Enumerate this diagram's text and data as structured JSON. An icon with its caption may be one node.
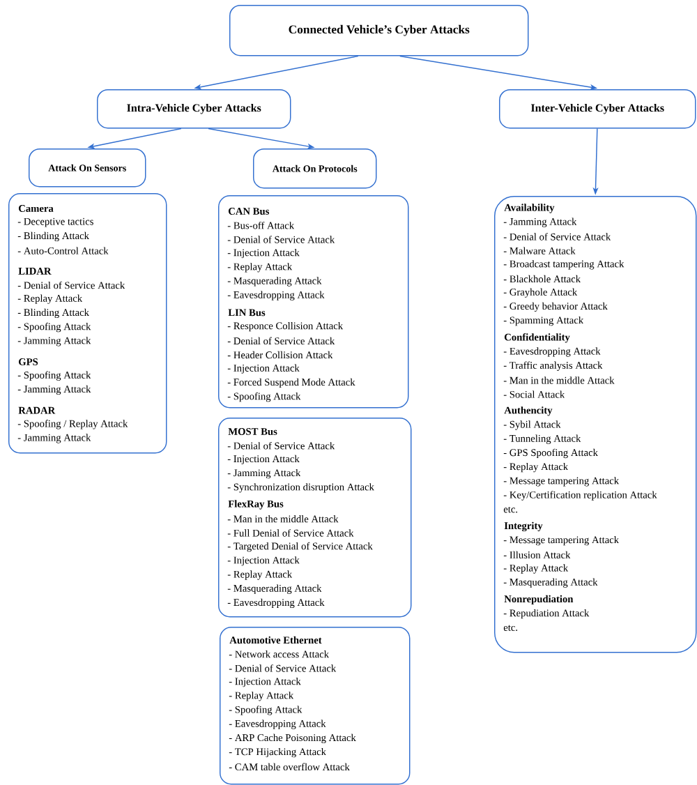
{
  "diagram": {
    "nodes": [
      {
        "text": [
          "Connected Vehicle’s Cyber Attacks"
        ]
      },
      {
        "text": [
          "Intra-Vehicle Cyber Attacks"
        ]
      },
      {
        "text": [
          "Inter-Vehicle Cyber Attacks"
        ]
      },
      {
        "text": [
          "Attack On Sensors"
        ]
      },
      {
        "text": [
          "Attack On Protocols"
        ]
      },
      {
        "text": [
          "Camera",
          "- Deceptive tactics",
          "- Blinding Attack",
          "- Auto-Control Attack",
          "LIDAR",
          "- Denial of Service Attack",
          "- Replay Attack",
          "- Blinding Attack",
          "- Spoofing Attack",
          "- Jamming Attack",
          "GPS",
          "- Spoofing Attack",
          "- Jamming Attack",
          "RADAR",
          "- Spoofing / Replay Attack",
          "- Jamming Attack"
        ]
      },
      {
        "text": [
          "CAN Bus",
          "- Bus-off Attack",
          "- Denial of Service Attack",
          "- Injection Attack",
          "- Replay Attack",
          "- Masquerading Attack",
          "- Eavesdropping Attack",
          "LIN Bus",
          "- Responce Collision Attack",
          "- Denial of Service Attack",
          "- Header Collision Attack",
          "- Injection Attack",
          "- Forced Suspend Mode Attack",
          "- Spoofing Attack"
        ]
      },
      {
        "text": [
          "MOST Bus",
          "- Denial of Service Attack",
          "- Injection Attack",
          "- Jamming Attack",
          "- Synchronization disruption Attack",
          "FlexRay Bus",
          "- Man in the middle Attack",
          "- Full Denial of Service Attack",
          "- Targeted Denial of Service Attack",
          "- Injection Attack",
          "- Replay Attack",
          "- Masquerading Attack",
          "- Eavesdropping Attack"
        ]
      },
      {
        "text": [
          "Automotive Ethernet",
          "- Network access Attack",
          "- Denial of Service Attack",
          "- Injection Attack",
          "- Replay Attack",
          "- Spoofing Attack",
          "- Eavesdropping Attack",
          "- ARP Cache Poisoning Attack",
          "- TCP Hijacking Attack",
          "- CAM table overflow Attack"
        ]
      },
      {
        "text": [
          "Availability",
          "- Jamming Attack",
          "- Denial of Service Attack",
          "- Malware Attack",
          "- Broadcast tampering Attack",
          "- Blackhole Attack",
          "- Grayhole Attack",
          "- Greedy behavior Attack",
          "- Spamming Attack",
          "Confidentiality",
          "- Eavesdropping Attack",
          "- Traffic analysis Attack",
          "- Man in the middle Attack",
          "- Social Attack",
          "Authencity",
          "- Sybil Attack",
          "- Tunneling Attack",
          "- GPS Spoofing Attack",
          "- Replay Attack",
          "- Message tampering Attack",
          "- Key/Certification replication Attack",
          "etc.",
          "Integrity",
          "- Message tampering Attack",
          "- Illusion Attack",
          "- Replay Attack",
          "- Masquerading Attack",
          "Nonrepudiation",
          "- Repudiation Attack",
          "etc."
        ]
      }
    ],
    "edges": [
      {
        "from": 0,
        "to": 1,
        "arrow": "to"
      },
      {
        "from": 0,
        "to": 2,
        "arrow": "to"
      },
      {
        "from": 1,
        "to": 3,
        "arrow": "to"
      },
      {
        "from": 1,
        "to": 4,
        "arrow": "to"
      },
      {
        "from": 2,
        "to": 9,
        "arrow": "to"
      }
    ]
  }
}
